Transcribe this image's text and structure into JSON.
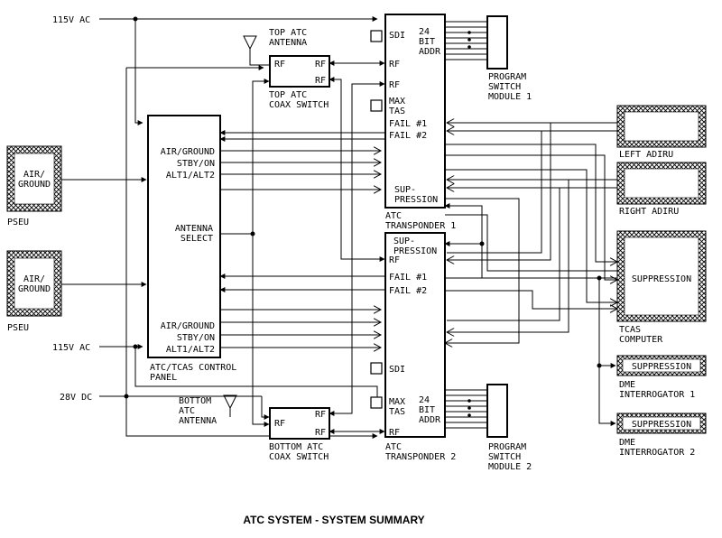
{
  "title": "ATC SYSTEM - SYSTEM SUMMARY",
  "power": {
    "ac1": "115V AC",
    "ac2": "115V AC",
    "dc": "28V DC"
  },
  "pseu": {
    "top_label": "AIR/\nGROUND",
    "top_name": "PSEU",
    "bottom_label": "AIR/\nGROUND",
    "bottom_name": "PSEU"
  },
  "control_panel": {
    "name": "ATC/TCAS CONTROL\nPANEL",
    "lines_top": [
      "AIR/GROUND",
      "STBY/ON",
      "ALT1/ALT2"
    ],
    "antenna": "ANTENNA\nSELECT",
    "lines_bottom": [
      "AIR/GROUND",
      "STBY/ON",
      "ALT1/ALT2"
    ]
  },
  "top_antenna": "TOP ATC\nANTENNA",
  "top_switch": {
    "name": "TOP ATC\nCOAX SWITCH",
    "rf_left": "RF",
    "rf_r1": "RF",
    "rf_r2": "RF"
  },
  "bottom_antenna": "BOTTOM\nATC\nANTENNA",
  "bottom_switch": {
    "name": "BOTTOM ATC\nCOAX SWITCH",
    "rf_left": "RF",
    "rf_r1": "RF",
    "rf_r2": "RF"
  },
  "xpdr1": {
    "name": "ATC\nTRANSPONDER 1",
    "sdi": "SDI",
    "addr": "24\nBIT\nADDR",
    "rf1": "RF",
    "rf2": "RF",
    "maxtas": "MAX\nTAS",
    "fail1": "FAIL #1",
    "fail2": "FAIL #2",
    "supp": "SUP-\nPRESSION"
  },
  "xpdr2": {
    "name": "ATC\nTRANSPONDER 2",
    "supp": "SUP-\nPRESSION",
    "rf1": "RF",
    "fail1": "FAIL #1",
    "fail2": "FAIL #2",
    "sdi": "SDI",
    "maxtas": "MAX\nTAS",
    "addr": "24\nBIT\nADDR",
    "rf2": "RF"
  },
  "psm1": "PROGRAM\nSWITCH\nMODULE 1",
  "psm2": "PROGRAM\nSWITCH\nMODULE 2",
  "left_adiru": "LEFT ADIRU",
  "right_adiru": "RIGHT ADIRU",
  "tcas": {
    "label": "SUPPRESSION",
    "name": "TCAS\nCOMPUTER"
  },
  "dme1": {
    "label": "SUPPRESSION",
    "name": "DME\nINTERROGATOR 1"
  },
  "dme2": {
    "label": "SUPPRESSION",
    "name": "DME\nINTERROGATOR 2"
  }
}
